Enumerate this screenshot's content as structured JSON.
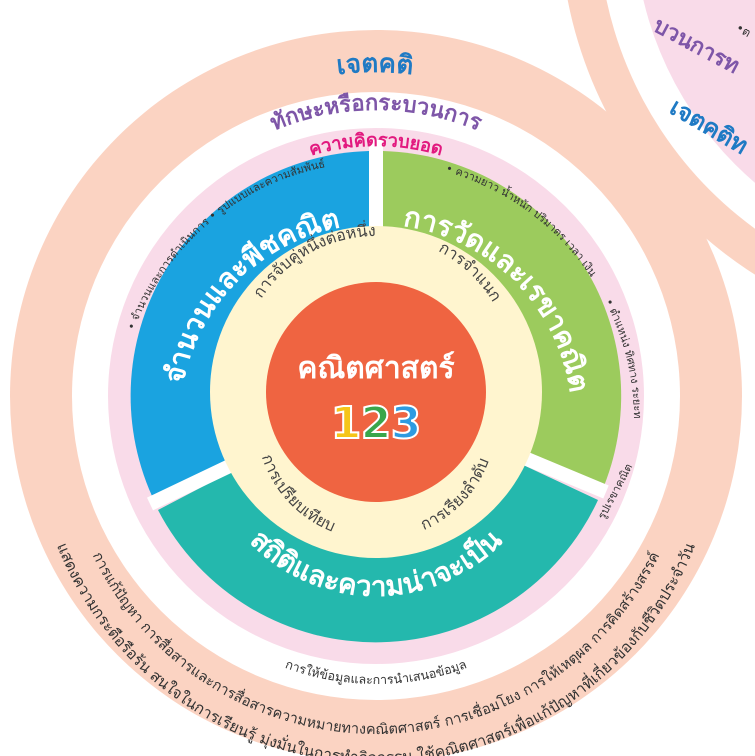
{
  "rings": {
    "attitude": {
      "title": "เจตคติ",
      "text": "แสดงความกระตือรือร้น สนใจในการเรียนรู้ มุ่งมั่นในการทำกิจกรรม ใช้คณิตศาสตร์เพื่อแก้ปัญหาที่เกี่ยวข้องกับชีวิตประจำวัน"
    },
    "skills": {
      "title": "ทักษะหรือกระบวนการ",
      "text": "การแก้ปัญหา การสื่อสารและการสื่อสารความหมายทางคณิตศาสตร์ การเชื่อมโยง การให้เหตุผล การคิดสร้างสรรค์"
    },
    "big_ideas": {
      "title": "ความคิดรวบยอด",
      "numbers_items": "• จำนวนและการดำเนินการ • รูปแบบและความสัมพันธ์",
      "measure_items": "• ความยาว น้ำหนัก ปริมาตร เวลา เงิน",
      "geometry_items": "• ตำแหน่ง ทิศทาง ระยะทาง",
      "shape_items": "รูปเรขาคณิต",
      "data_items": "การให้ข้อมูลและการนำเสนอข้อมูล"
    }
  },
  "strands": {
    "numbers": "จำนวนและพีชคณิต",
    "measurement": "การวัดและเรขาคณิต",
    "statistics": "สถิติและความน่าจะเป็น"
  },
  "core_skills": {
    "matching": "การจับคู่หนึ่งต่อหนึ่ง",
    "classifying": "การจำแนก",
    "comparing": "การเปรียบเทียบ",
    "ordering": "การเรียงลำดับ"
  },
  "center": {
    "title": "คณิตศาสตร์",
    "digits": [
      "1",
      "2",
      "3"
    ]
  },
  "second_circle": {
    "title1": "บวนการท",
    "title2": "เจตคติท",
    "fragment": "•ต"
  },
  "colors": {
    "attitude_ring": "#fbd3c2",
    "skills_ring": "#ffffff",
    "ideas_ring": "#f9dbe9",
    "numbers": "#1aa3e0",
    "measurement": "#9ccb5d",
    "statistics": "#24b8ad",
    "core": "#fff5cf",
    "center": "#ef6441",
    "title_blue": "#1f7ac4",
    "title_purple": "#7e56a8",
    "title_pink": "#e2197f",
    "digit_1": "#f5c518",
    "digit_2": "#3aa64b",
    "digit_3": "#2e9be0"
  }
}
